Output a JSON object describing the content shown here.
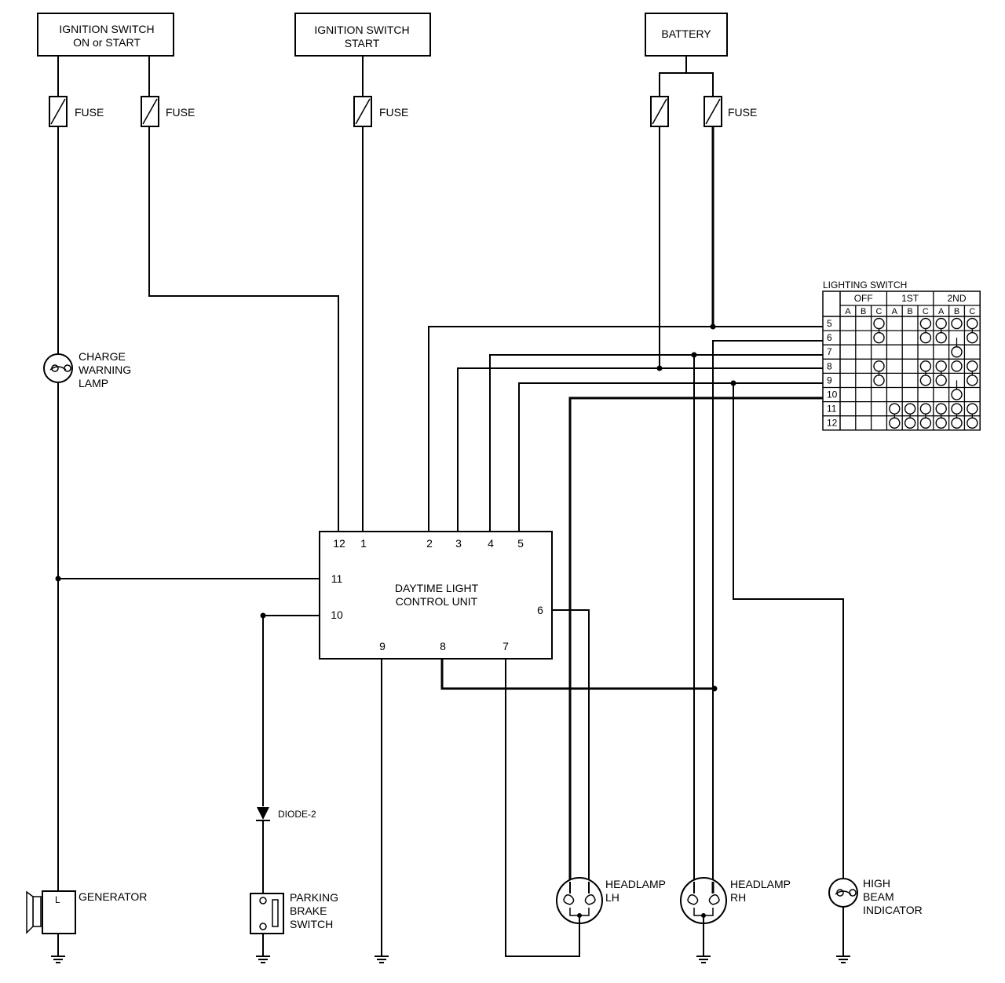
{
  "sources": {
    "ign_on_start": [
      "IGNITION SWITCH",
      "ON or START"
    ],
    "ign_start": [
      "IGNITION SWITCH",
      "START"
    ],
    "battery": "BATTERY"
  },
  "fuse_label": "FUSE",
  "charge_lamp": [
    "CHARGE",
    "WARNING",
    "LAMP"
  ],
  "control_unit": {
    "title": [
      "DAYTIME LIGHT",
      "CONTROL UNIT"
    ],
    "pins": {
      "p1": "1",
      "p2": "2",
      "p3": "3",
      "p4": "4",
      "p5": "5",
      "p6": "6",
      "p7": "7",
      "p8": "8",
      "p9": "9",
      "p10": "10",
      "p11": "11",
      "p12": "12"
    }
  },
  "lighting_switch": {
    "title": "LIGHTING SWITCH",
    "groups": [
      "OFF",
      "1ST",
      "2ND"
    ],
    "subcols": [
      "A",
      "B",
      "C",
      "A",
      "B",
      "C",
      "A",
      "B",
      "C"
    ],
    "rows": [
      "5",
      "6",
      "7",
      "8",
      "9",
      "10",
      "11",
      "12"
    ]
  },
  "components": {
    "diode": "DIODE-2",
    "generator": "GENERATOR",
    "generator_terminal": "L",
    "parking_brake": [
      "PARKING",
      "BRAKE",
      "SWITCH"
    ],
    "headlamp_lh": [
      "HEADLAMP",
      "LH"
    ],
    "headlamp_rh": [
      "HEADLAMP",
      "RH"
    ],
    "high_beam": [
      "HIGH",
      "BEAM",
      "INDICATOR"
    ]
  }
}
